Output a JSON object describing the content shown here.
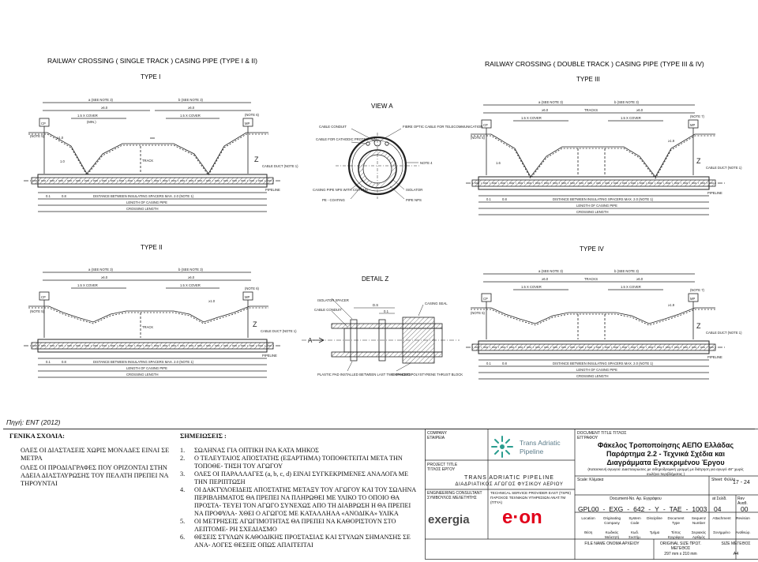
{
  "drawing": {
    "title_single": "RAILWAY CROSSING ( SINGLE TRACK ) CASING PIPE (TYPE I & II)",
    "title_double": "RAILWAY CROSSING ( DOUBLE TRACK ) CASING PIPE (TYPE III & IV)",
    "type_i": "TYPE I",
    "type_ii": "TYPE II",
    "type_iii": "TYPE III",
    "type_iv": "TYPE IV",
    "view_a": "VIEW A",
    "detail_z": "DETAIL Z",
    "labels": {
      "cable_conduit": "CABLE CONDUIT",
      "fibre_optic": "FIBRE OPTIC CABLE FOR TELECOMMUNICATION",
      "cable_cathodic": "CABLE FOR CATHODIC PROTECTION",
      "casing_coating": "CASING PIPE NPS WITH COATING",
      "pe_coating": "PE - COATING",
      "isolator": "ISOLATOR",
      "pipe_nps": "PIPE NPS",
      "note4": "NOTE 4",
      "isolator_spacer": "ISOLATOR SPACER",
      "casing_seal": "CASING SEAL",
      "plastic_pad": "PLASTIC PAD INSTALLED BETWEEN LAST TWO SPACERS",
      "expanded_poly": "EXPANDED POLYSTYRENE THRUST BLOCK",
      "pipeline": "PIPELINE",
      "cable_duct": "CABLE DUCT (NOTE 1)",
      "distance": "DISTANCE BETWEEN INSULATING SPACERS MAX. 2.0 (NOTE 1)",
      "length_casing": "LENGTH OF CASING PIPE",
      "crossing_length": "CROSSING LENGTH",
      "track": "TRACK",
      "tracks": "TRACKS",
      "cover_15": "1.5 X COVER",
      "min": "(MIN.)",
      "a_note": "a (SEE NOTE 3)",
      "b_note": "b (SEE NOTE 3)",
      "ge60": "≥6.0",
      "ge10": "≥1.0",
      "ge19": "≥1.9",
      "d01": "0.1",
      "d08": "0.8",
      "d10": "1.0",
      "d16": "1.6",
      "cp": "CP",
      "mp": "MP",
      "note5": "(NOTE 5)",
      "note6": "(NOTE 6)",
      "note7": "(NOTE 7)",
      "z": "Z",
      "a_arrow": "A",
      "d_s": "D.S",
      "d_s_01": "0.1"
    }
  },
  "source": "Πηγή: ENT (2012)",
  "general_notes": {
    "heading": "ΓΕΝΙΚΑ ΣΧΟΛΙΑ:",
    "items": [
      "ΟΛΕΣ ΟΙ ΔΙΑΣΤΑΣΕΙΣ ΧΩΡΙΣ ΜΟΝΑΔΕΣ ΕΙΝΑΙ ΣΕ ΜΕΤΡΑ",
      "ΟΛΕΣ ΟΙ ΠΡΟΔΙΑΓΡΑΦΕΣ ΠΟΥ ΟΡΙΖΟΝΤΑΙ ΣΤΗΝ ΑΔΕΙΑ ΔΙΑΣΤΑΥΡΩΣΗΣ ΤΟΥ ΠΕΛΑΤΗ ΠΡΕΠΕΙ ΝΑ ΤΗΡΟΥΝΤΑΙ"
    ]
  },
  "remarks": {
    "heading": "ΣΗΜΕΙΩΣΕΙΣ :",
    "items": [
      {
        "n": "1.",
        "text": "ΣΩΛΗΝΑΣ ΓΙΑ ΟΠΤΙΚΗ ΙΝΑ ΚΑΤΑ ΜΗΚΟΣ"
      },
      {
        "n": "2.",
        "text": "Ο ΤΕΛΕΥΤΑΙΟΣ ΑΠΟΣΤΑΤΗΣ (ΕΞΑΡΤΗΜΑ) ΤΟΠΟΘΕΤΕΙΤΑΙ ΜΕΤΑ ΤΗΝ ΤΟΠΟΘΕ- ΤΗΣΗ ΤΟΥ ΑΓΩΓΟΥ"
      },
      {
        "n": "3.",
        "text": "ΟΛΕΣ ΟΙ ΠΑΡΑΛΛΑΓΕΣ (a, b, c, d) ΕΙΝΑΙ ΣΥΓΚΕΚΡΙΜΕΝΕΣ ΑΝΑΛΟΓΑ ΜΕ ΤΗΝ ΠΕΡΙΠΤΩΣΗ"
      },
      {
        "n": "4.",
        "text": "ΟΙ ΔΑΚΤΥΛΟΕΙΔΕΙΣ ΑΠΟΣΤΑΤΗΣ ΜΕΤΑΞΥ ΤΟΥ ΑΓΩΓΟΥ ΚΑΙ ΤΟΥ ΣΩΛΗΝΑ ΠΕΡΙΒΛΗΜΑΤΟΣ ΘΑ ΠΡΕΠΕΙ ΝΑ ΠΛΗΡΩΘΕΙ ΜΕ ΥΛΙΚΟ ΤΟ ΟΠΟΙΟ ΘΑ ΠΡΟΣΤΑ- ΤΕΥΕΙ ΤΟΝ ΑΓΩΓΟ ΣΥΝΕΧΩΣ ΑΠΟ ΤΗ ΔΙΑΒΡΩΣΗ Η ΘΑ ΠΡΕΠΕΙ ΝΑ ΠΡΟΦΥΛΑ- ΧΘΕΙ Ο ΑΓΩΓΟΣ ΜΕ ΚΑΤΑΛΛΗΛΑ «ΑΝΟΔΙΚΑ» ΥΛΙΚΑ"
      },
      {
        "n": "5.",
        "text": "ΟΙ ΜΕΤΡΗΣΕΙΣ ΑΓΩΓΙΜΟΤΗΤΑΣ ΘΑ ΠΡΕΠΕΙ ΝΑ ΚΑΘΟΡΙΣΤΟΥΝ ΣΤΟ ΛΕΠΤΟΜΕ- ΡΗ ΣΧΕΔΙΑΣΜΟ"
      },
      {
        "n": "6.",
        "text": "ΘΕΣΕΙΣ ΣΤΥΛΩΝ ΚΑΘΟΔΙΚΗΣ ΠΡΟΣΤΑΣΙΑΣ ΚΑΙ ΣΤΥΛΩΝ ΣΗΜΑΝΣΗΣ ΣΕ ΑΝΑ- ΛΟΓΕΣ ΘΕΣΕΙΣ ΟΠΩΣ ΑΠΑΙΤΕΙΤΑΙ"
      }
    ]
  },
  "title_block": {
    "company": "COMPANY ΕΤΑΙΡΕΙΑ",
    "project_title_label": "PROJECT TITLE ΤΙΤΛΟΣ ΕΡΓΟΥ",
    "project_en": "TRANS ADRIATIC PIPELINE",
    "project_gr": "ΔΙΑΔΡΙΑΤΙΚΟΣ ΑΓΩΓΟΣ ΦΥΣΙΚΟΥ ΑΕΡΙΟΥ",
    "engineering": "ENGINEERING CONSULTANT ΣΥΜΒΟΥΛΟΣ ΜΕΛΕΤΗΤΗΣ",
    "technical": "TECHNICAL SERVICE PROVIDER EAST (TSPE) ΠΑΡΟΧΟΣ ΤΕΧΝΙΚΩΝ ΥΠΗΡΕΣΙΩΝ ΑΝΑΤ.ΤΜ (ΠΤΥΑ)",
    "logo_tap_1": "Trans Adriatic",
    "logo_tap_2": "Pipeline",
    "logo_exergia": "exergia",
    "logo_eon": "e·on",
    "doc_title_label": "DOCUMENT TITLE ΤΙΤΛΟΣ ΕΓΓΡΑΦΟΥ",
    "doc_title_1": "Φάκελος Τροποποίησης ΑΕΠΟ Ελλάδας",
    "doc_title_2": "Παράρτημα 2.2 - Τεχνικά Σχέδια και",
    "doc_title_3": "Διαγράμματα Εγκεκριμένου Έργου",
    "doc_title_4": "(Κατασκευή αγωγού: Διασταυρώσεις με σιδηροδρομική γραμμή με διάτρηση για αγωγό 48'' χωρίς σωλήνα περιβλήματος )",
    "scale_label": "Scale: Κλίμακα",
    "sheet_label": "Sheet: Φύλλο",
    "sheet_value": "17 - 24",
    "docno_label": "Document-No. Αρ. Εγγράφου",
    "st_label": "at Σελίδ.",
    "rev_label": "Rev Αναθ.",
    "docno": [
      "GPL00",
      "EXG",
      "642",
      "Y",
      "TAE",
      "1003"
    ],
    "page_value": "04",
    "rev_value": "00",
    "fields_en": [
      "Location",
      "Originating Company",
      "System Code",
      "Discipline",
      "Document Type",
      "Sequenz Number",
      "Attachment",
      "Revision"
    ],
    "fields_gr": [
      "Θέση",
      "Κωδικός Μελετητή",
      "Κωδ. Συστήμ.",
      "Τμήμα",
      "Τύπος Εγγράφου",
      "Σειριακός Αριθμός",
      "Συνημμένο",
      "Αναθεώρ."
    ],
    "file_name": "FILE NAME ΟΝΟΜΑ ΑΡΧΕΙΟΥ",
    "original_size": "ORIGINAL SIZE ΠΡΩΤ. ΜΕΓΕΘΟΣ",
    "original_value": "297 mm x 210 mm",
    "size_label": "SIZE ΜΕΓΕΘΟΣ",
    "size_value": "A4"
  }
}
